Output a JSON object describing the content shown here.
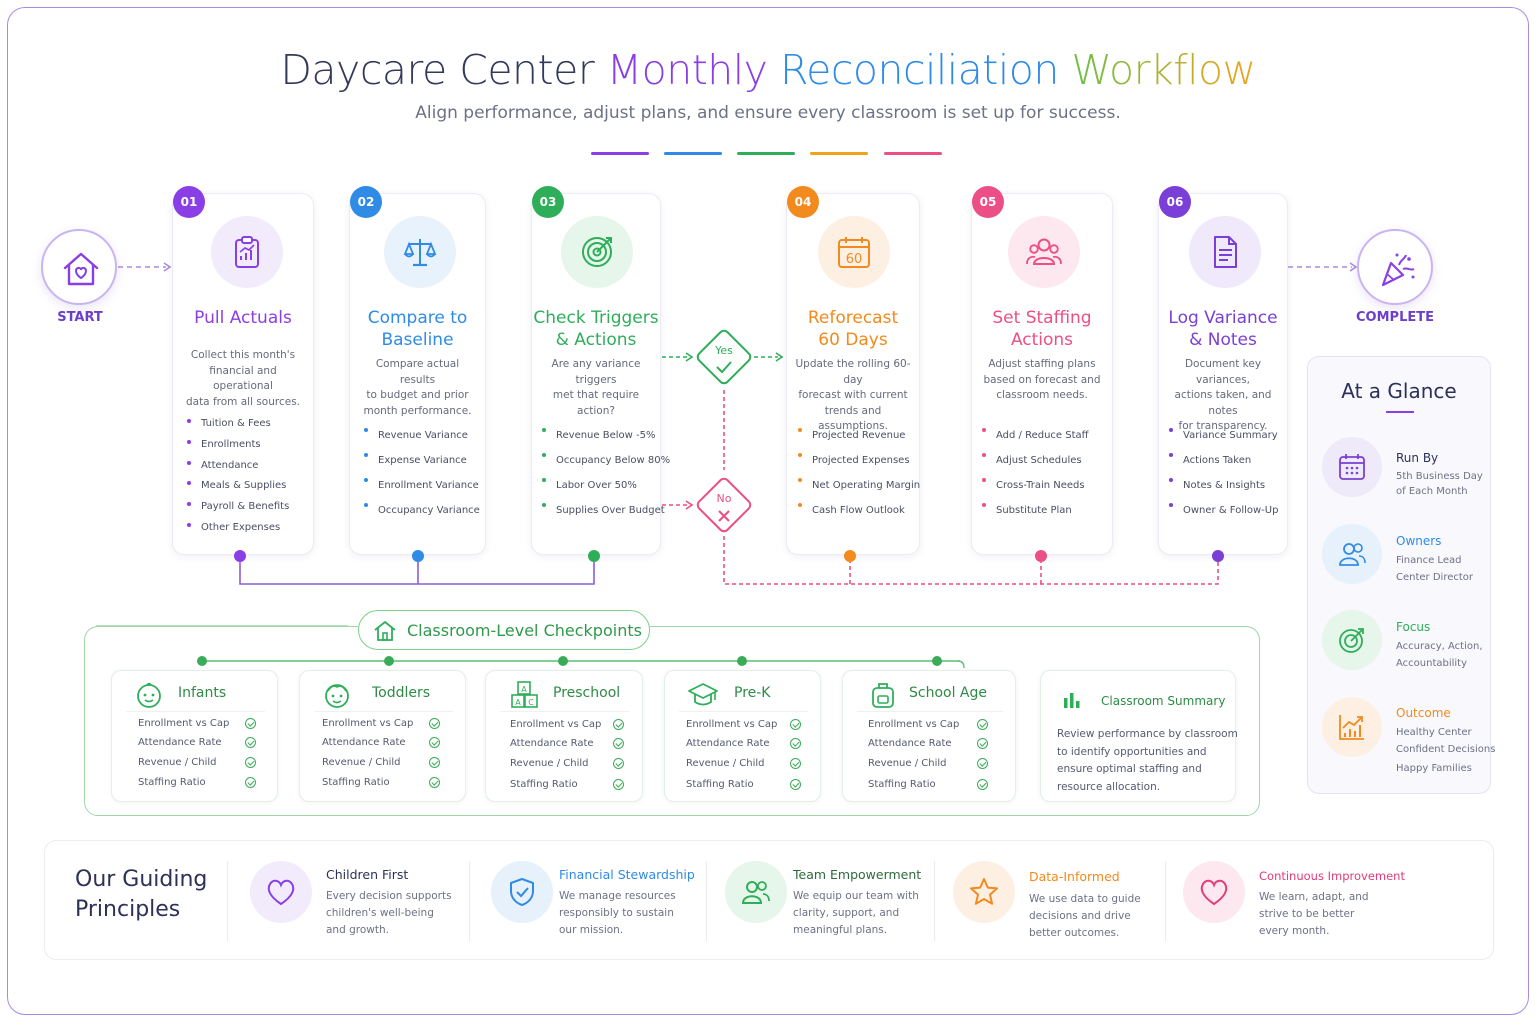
{
  "header": {
    "title_part1": "Daycare Center",
    "title_part2": "Monthly",
    "title_part3": "Reconciliation",
    "title_part4": "Workflow",
    "subtitle": "Align performance, adjust plans, and ensure every classroom is set up for success."
  },
  "start": {
    "label": "START",
    "icon": "house-heart-icon"
  },
  "complete": {
    "label": "COMPLETE",
    "icon": "party-popper-icon"
  },
  "steps": [
    {
      "number": "01",
      "title_line1": "Pull Actuals",
      "title_line2": "",
      "color": "#8a3fe6",
      "desc_line1": "Collect this month's",
      "desc_line2": "financial and operational",
      "desc_line3": "data from all sources.",
      "items": [
        "Tuition & Fees",
        "Enrollments",
        "Attendance",
        "Meals & Supplies",
        "Payroll & Benefits",
        "Other Expenses"
      ]
    },
    {
      "number": "02",
      "title_line1": "Compare to",
      "title_line2": "Baseline",
      "color": "#2f8be6",
      "desc_line1": "Compare actual results",
      "desc_line2": "to budget and prior",
      "desc_line3": "month performance.",
      "items": [
        "Revenue Variance",
        "Expense Variance",
        "Enrollment Variance",
        "Occupancy Variance"
      ]
    },
    {
      "number": "03",
      "title_line1": "Check Triggers",
      "title_line2": "& Actions",
      "color": "#2fae5a",
      "desc_line1": "Are any variance triggers",
      "desc_line2": "met that require action?",
      "desc_line3": "",
      "items": [
        "Revenue Below -5%",
        "Occupancy Below 80%",
        "Labor Over 50%",
        "Supplies Over Budget"
      ]
    },
    {
      "number": "04",
      "title_line1": "Reforecast",
      "title_line2": "60 Days",
      "color": "#f28a1e",
      "desc_line1": "Update the rolling 60-day",
      "desc_line2": "forecast with current",
      "desc_line3": "trends and assumptions.",
      "items": [
        "Projected Revenue",
        "Projected Expenses",
        "Net Operating Margin",
        "Cash Flow Outlook"
      ]
    },
    {
      "number": "05",
      "title_line1": "Set Staffing",
      "title_line2": "Actions",
      "color": "#ec4f86",
      "desc_line1": "Adjust staffing plans",
      "desc_line2": "based on forecast and",
      "desc_line3": "classroom needs.",
      "items": [
        "Add / Reduce Staff",
        "Adjust Schedules",
        "Cross-Train Needs",
        "Substitute Plan"
      ]
    },
    {
      "number": "06",
      "title_line1": "Log Variance",
      "title_line2": "& Notes",
      "color": "#7a3fd6",
      "desc_line1": "Document key variances,",
      "desc_line2": "actions taken, and notes",
      "desc_line3": "for transparency.",
      "items": [
        "Variance Summary",
        "Actions Taken",
        "Notes & Insights",
        "Owner & Follow-Up"
      ]
    }
  ],
  "decision": {
    "yes": "Yes",
    "no": "No"
  },
  "checkpoints": {
    "title": "Classroom-Level Checkpoints",
    "rows": [
      "Enrollment vs Cap",
      "Attendance Rate",
      "Revenue / Child",
      "Staffing Ratio"
    ],
    "classrooms": [
      {
        "name": "Infants",
        "icon": "baby-icon"
      },
      {
        "name": "Toddlers",
        "icon": "toddler-icon"
      },
      {
        "name": "Preschool",
        "icon": "abc-blocks-icon"
      },
      {
        "name": "Pre-K",
        "icon": "graduation-cap-icon"
      },
      {
        "name": "School Age",
        "icon": "backpack-icon"
      }
    ],
    "summary": {
      "title": "Classroom Summary",
      "line1": "Review performance by classroom",
      "line2": "to identify opportunities and",
      "line3": "ensure optimal staffing and",
      "line4": "resource allocation."
    }
  },
  "glance": {
    "title": "At a Glance",
    "items": [
      {
        "title": "Run By",
        "line1": "5th Business Day",
        "line2": "of Each Month",
        "line3": "",
        "color": "#2d3157"
      },
      {
        "title": "Owners",
        "line1": "Finance Lead",
        "line2": "Center Director",
        "line3": "",
        "color": "#2f8be6"
      },
      {
        "title": "Focus",
        "line1": "Accuracy, Action,",
        "line2": "Accountability",
        "line3": "",
        "color": "#2fae5a"
      },
      {
        "title": "Outcome",
        "line1": "Healthy Center",
        "line2": "Confident Decisions",
        "line3": "Happy Families",
        "color": "#f28a1e"
      }
    ]
  },
  "principles": {
    "title_line1": "Our Guiding",
    "title_line2": "Principles",
    "items": [
      {
        "title": "Children First",
        "line1": "Every decision supports",
        "line2": "children's well-being",
        "line3": "and growth.",
        "color": "#2d3157"
      },
      {
        "title": "Financial Stewardship",
        "line1": "We manage resources",
        "line2": "responsibly to sustain",
        "line3": "our mission.",
        "color": "#2f8be6"
      },
      {
        "title": "Team Empowerment",
        "line1": "We equip our team with",
        "line2": "clarity, support, and",
        "line3": "meaningful plans.",
        "color": "#2d6a3e"
      },
      {
        "title": "Data-Informed",
        "line1": "We use data to guide",
        "line2": "decisions and drive",
        "line3": "better outcomes.",
        "color": "#f28a1e"
      },
      {
        "title": "Continuous Improvement",
        "line1": "We learn, adapt, and",
        "line2": "strive to be better",
        "line3": "every month.",
        "color": "#e23b7a"
      }
    ]
  }
}
